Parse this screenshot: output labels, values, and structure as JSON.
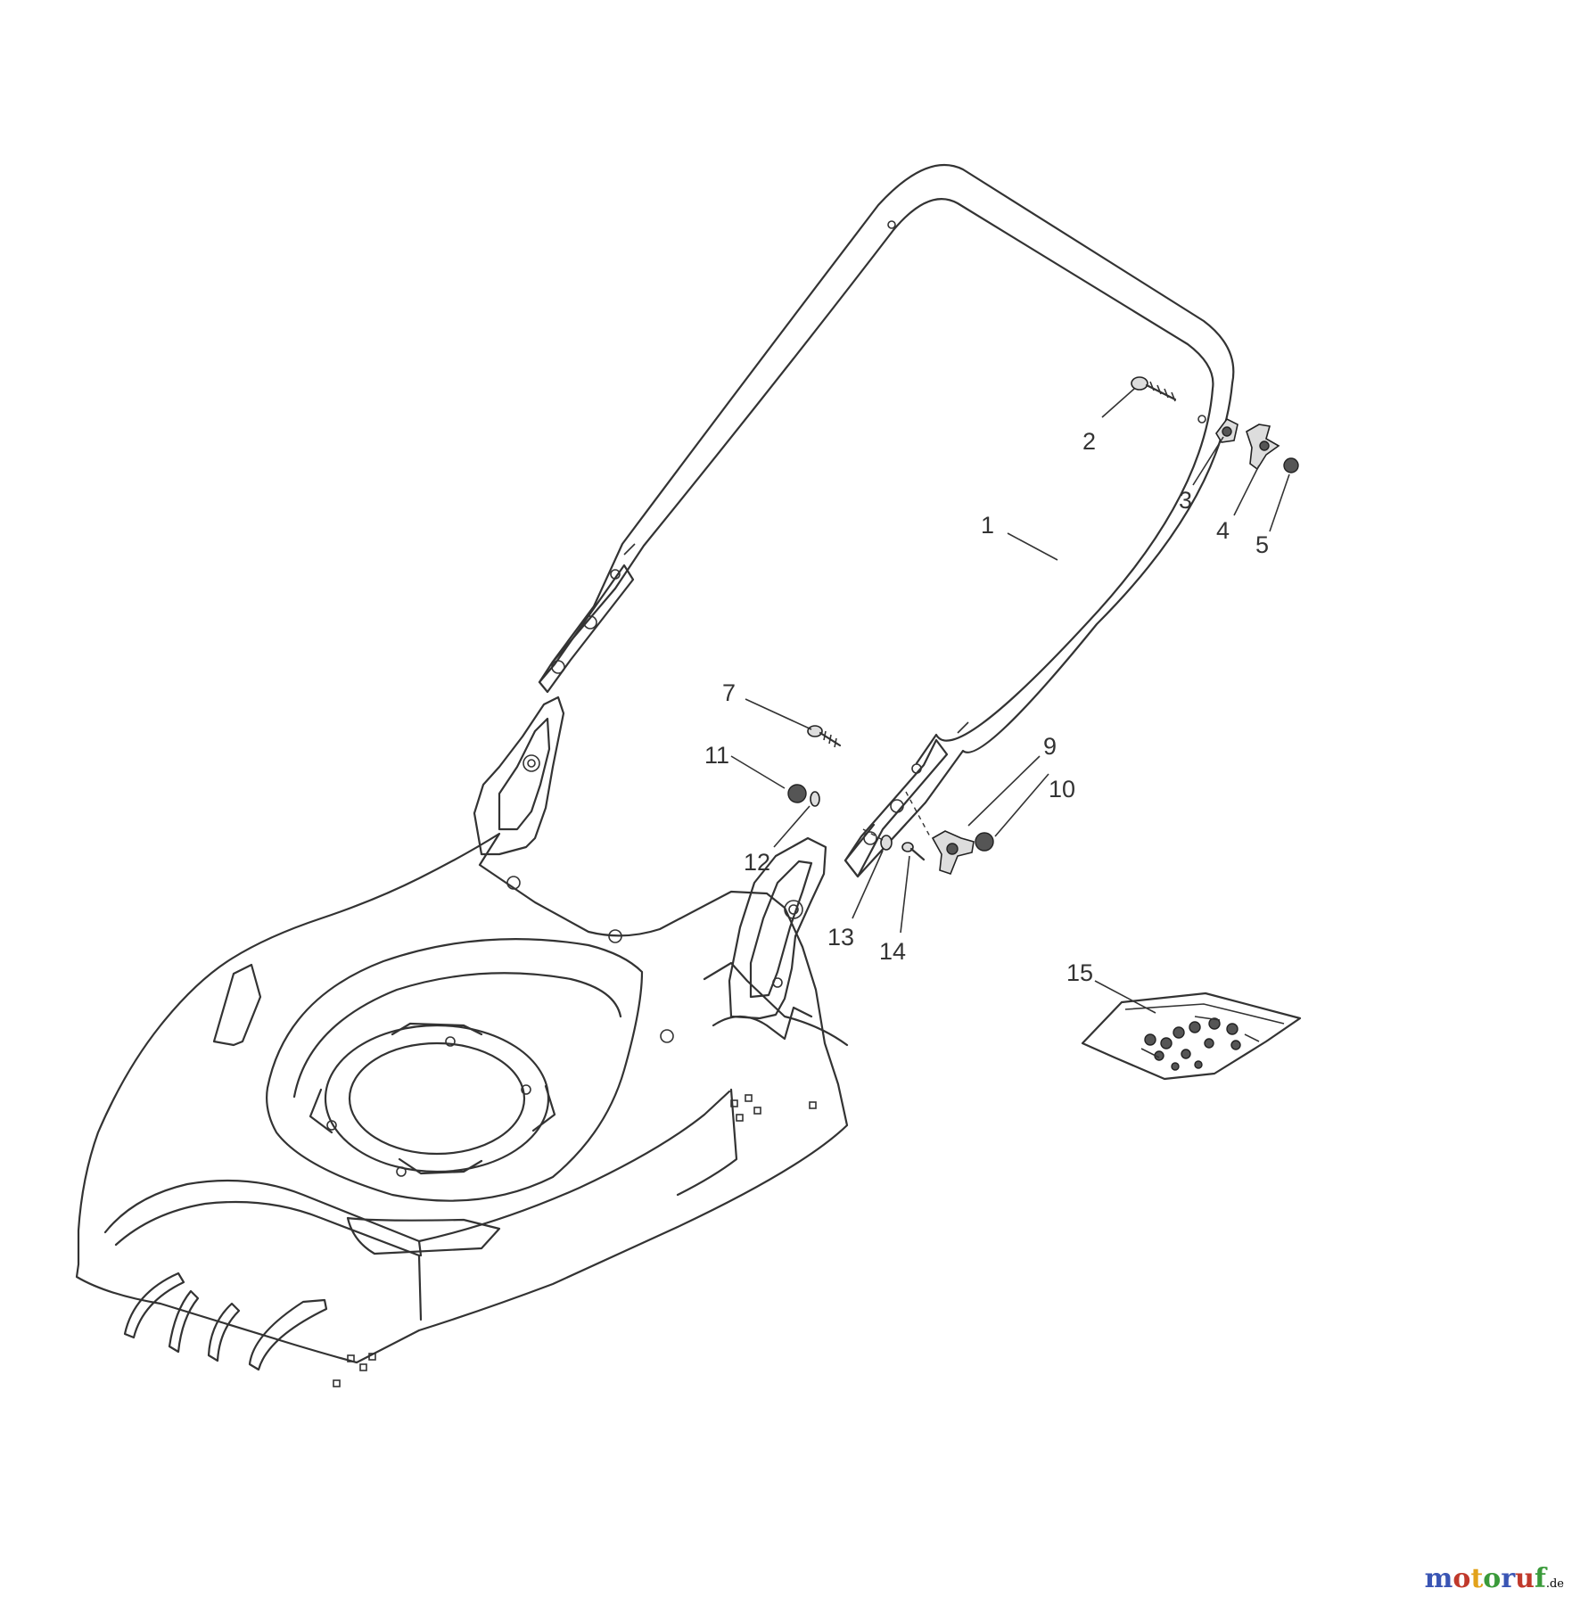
{
  "diagram": {
    "callouts": [
      {
        "id": "c1",
        "label": "1"
      },
      {
        "id": "c2",
        "label": "2"
      },
      {
        "id": "c3",
        "label": "3"
      },
      {
        "id": "c4",
        "label": "4"
      },
      {
        "id": "c5",
        "label": "5"
      },
      {
        "id": "c7",
        "label": "7"
      },
      {
        "id": "c9",
        "label": "9"
      },
      {
        "id": "c10",
        "label": "10"
      },
      {
        "id": "c11",
        "label": "11"
      },
      {
        "id": "c12",
        "label": "12"
      },
      {
        "id": "c13",
        "label": "13"
      },
      {
        "id": "c14",
        "label": "14"
      },
      {
        "id": "c15",
        "label": "15"
      }
    ]
  },
  "watermark": {
    "text": "motoruf",
    "suffix": ".de",
    "colors": [
      "#3a55b4",
      "#c0392b",
      "#e2a21b",
      "#3a9a3a",
      "#3a55b4",
      "#c0392b",
      "#3a9a3a"
    ]
  }
}
